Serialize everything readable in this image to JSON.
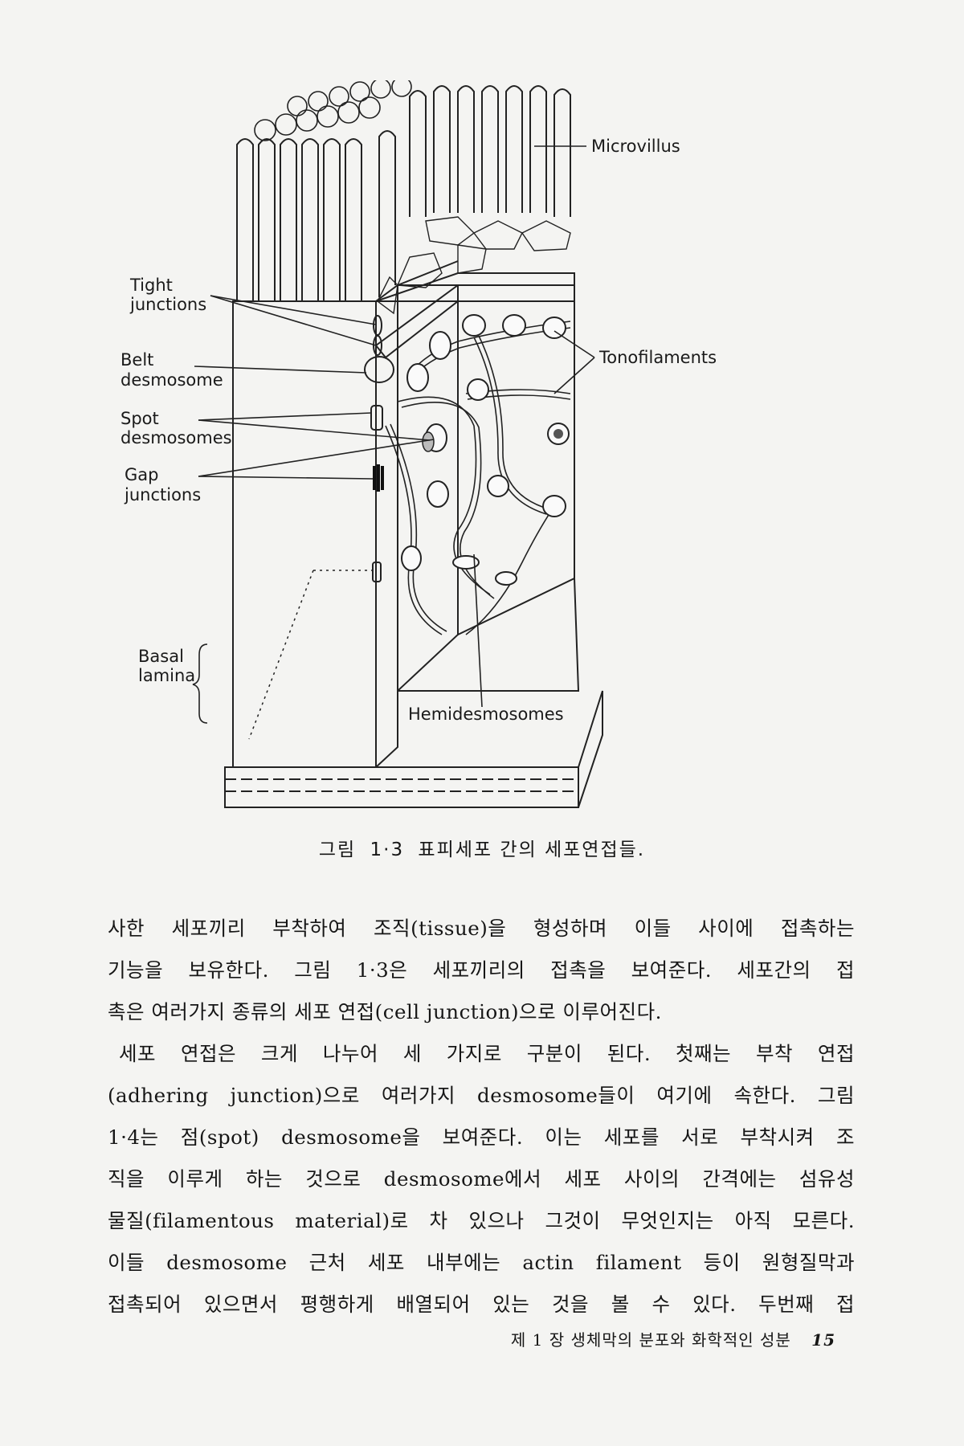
{
  "figure": {
    "labels": {
      "microvillus": "Microvillus",
      "tight_1": "Tight",
      "tight_2": "junctions",
      "belt_1": "Belt",
      "belt_2": "desmosome",
      "spot_1": "Spot",
      "spot_2": "desmosomes",
      "gap_1": "Gap",
      "gap_2": "junctions",
      "tonofilaments": "Tonofilaments",
      "basal_1": "Basal",
      "basal_2": "lamina",
      "hemidesmosomes": "Hemidesmosomes"
    },
    "caption": {
      "prefix": "그림",
      "number": "1·3",
      "text": "표피세포 간의 세포연접들."
    }
  },
  "body": {
    "lines": [
      "사한 세포끼리 부착하여 조직(tissue)을 형성하며 이들 사이에 접촉하는",
      "기능을 보유한다. 그림 1·3은 세포끼리의 접촉을 보여준다. 세포간의 접",
      "촉은 여러가지 종류의 세포 연접(cell junction)으로 이루어진다.",
      "세포 연접은 크게 나누어 세 가지로 구분이 된다. 첫째는 부착 연접",
      "(adhering junction)으로 여러가지 desmosome들이 여기에 속한다. 그림",
      "1·4는 점(spot) desmosome을 보여준다. 이는 세포를 서로 부착시켜 조",
      "직을 이루게 하는 것으로 desmosome에서 세포 사이의 간격에는 섬유성",
      "물질(filamentous material)로 차 있으나 그것이 무엇인지는 아직 모른다.",
      "이들 desmosome 근처 세포 내부에는 actin filament 등이 원형질막과",
      "접촉되어 있으면서 평행하게 배열되어 있는 것을 볼 수 있다. 두번째 접"
    ]
  },
  "footer": {
    "chapter": "제 1 장  생체막의 분포와 화학적인 성분",
    "page_number": "15"
  }
}
